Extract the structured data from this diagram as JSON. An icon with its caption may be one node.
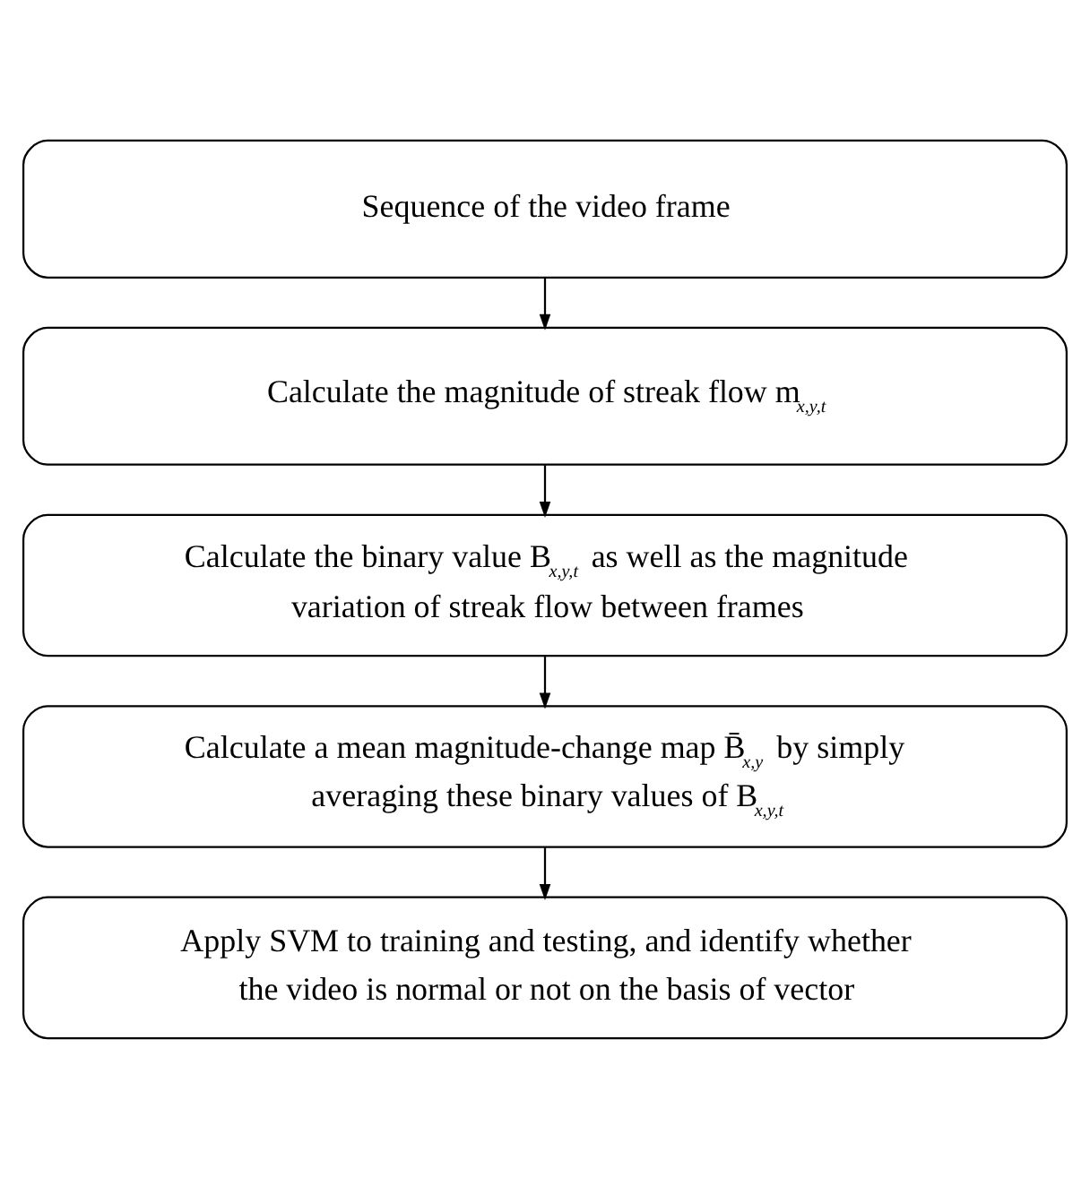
{
  "diagram": {
    "nodes": [
      {
        "text": [
          "Sequence of the video frame"
        ]
      },
      {
        "text": [
          "Calculate the magnitude of streak flow m$_{x,y,t}$"
        ]
      },
      {
        "text": [
          "Calculate the binary value B$_{x,y,t}$ as well as the magnitude variation of streak flow between frames"
        ]
      },
      {
        "text": [
          "Calculate a mean magnitude-change map B̄$_{x,y}$ by simply averaging these binary values of B$_{x,y,t}$"
        ]
      },
      {
        "text": [
          "Apply SVM to training and testing, and identify whether the video is normal or not on the basis of vector"
        ]
      }
    ],
    "edges": [
      {
        "from": 0,
        "to": 1,
        "arrow": "to"
      },
      {
        "from": 1,
        "to": 2,
        "arrow": "to"
      },
      {
        "from": 2,
        "to": 3,
        "arrow": "to"
      },
      {
        "from": 3,
        "to": 4,
        "arrow": "to"
      }
    ]
  }
}
